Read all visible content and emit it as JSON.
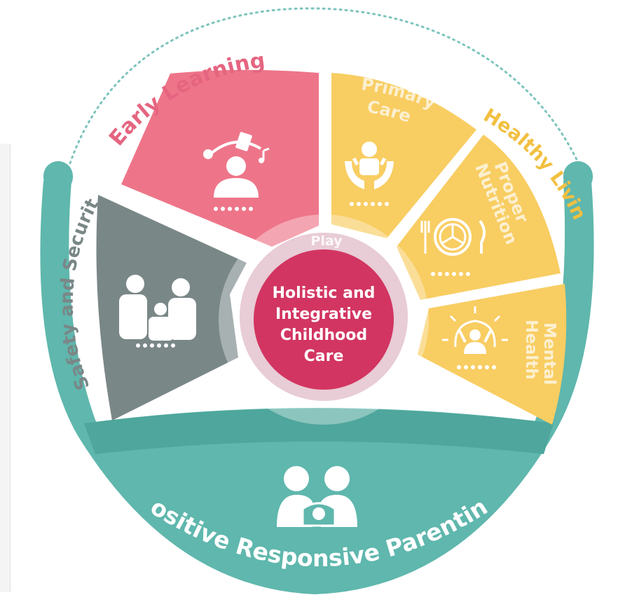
{
  "diagram": {
    "center": {
      "lines": [
        "Holistic and",
        "Integrative",
        "Childhood",
        "Care"
      ]
    },
    "ring_label": "Play",
    "segments": {
      "early_learning": "Early Learning",
      "safety_security": "Safety and Security",
      "healthy_living": "Healthy Living",
      "primary_care": [
        "Primary",
        "Care"
      ],
      "proper_nutrition": [
        "Proper",
        "Nutrition"
      ],
      "mental_health": [
        "Mental",
        "Health"
      ]
    },
    "footer": "Positive Responsive Parenting",
    "colors": {
      "pink": "#ee7589",
      "gray": "#7a8787",
      "yellow": "#f8cd62",
      "teal": "#5fb7ad",
      "teal_dark": "#4ea69c",
      "center": "#d23561",
      "ring": "#e8ccd6",
      "accent_text": "#e56580",
      "yellow_text": "#f2c040",
      "gray_text": "#7a8787"
    }
  }
}
